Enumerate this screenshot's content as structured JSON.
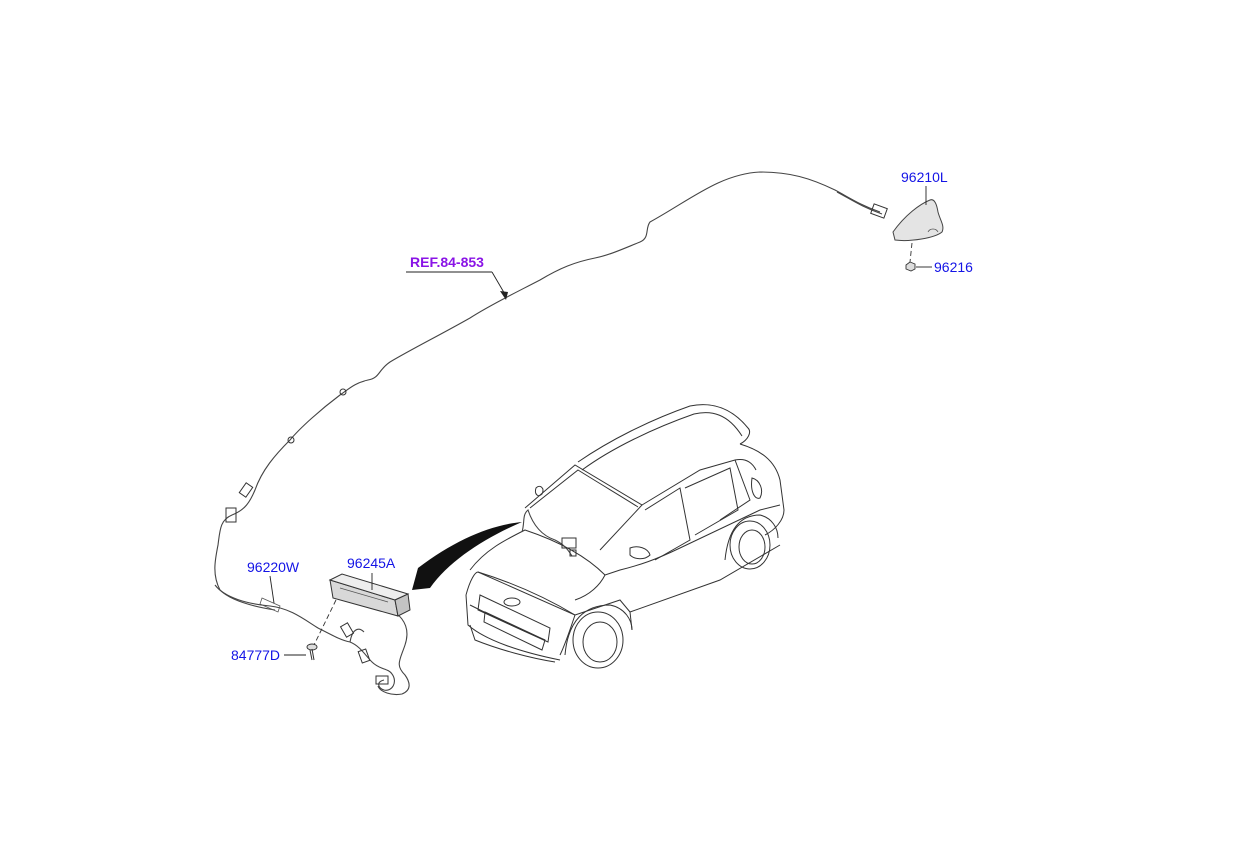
{
  "labels": {
    "antenna": "96210L",
    "antenna_nut": "96216",
    "ref": "REF.84-853",
    "feeder_cable": "96220W",
    "amplifier": "96245A",
    "screw": "84777D"
  },
  "colors": {
    "part_number": "#1414e6",
    "reference": "#8a14e6",
    "linework": "#333333"
  }
}
